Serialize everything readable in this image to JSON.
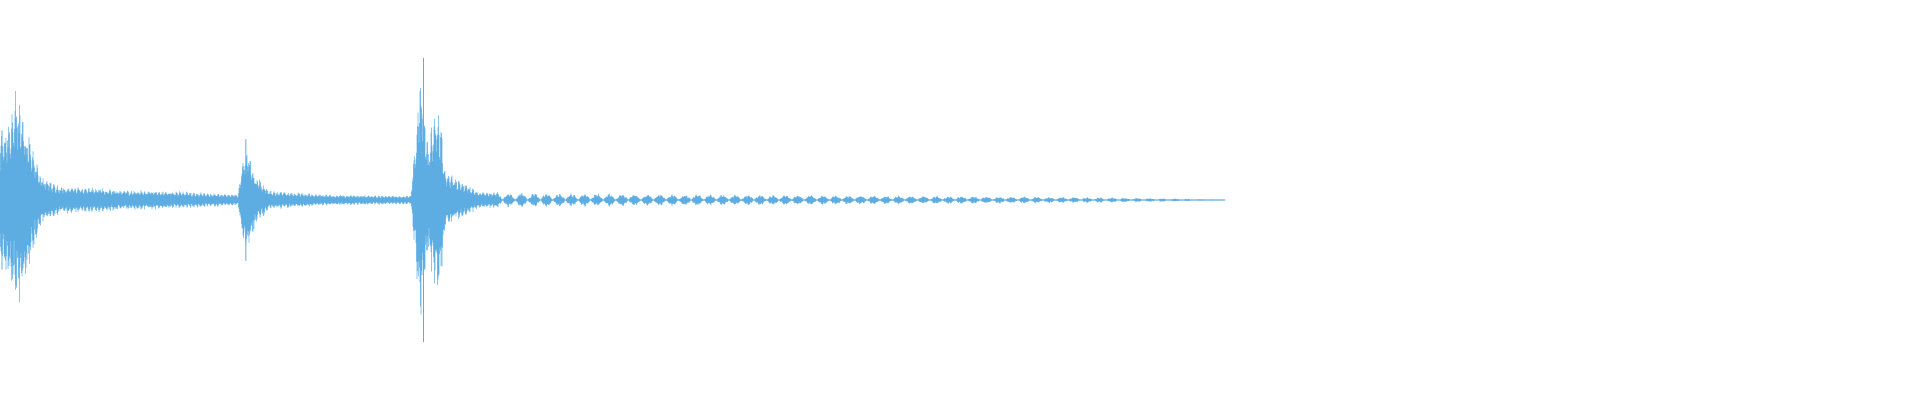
{
  "colors": {
    "background": "#ffffff",
    "waveform": "#5dade2"
  },
  "chart_data": {
    "type": "line",
    "title": "",
    "xlabel": "",
    "ylabel": "",
    "grid": false,
    "legend": "none",
    "xlim": [
      0,
      1
    ],
    "ylim": [
      -1,
      1
    ],
    "clip_end": 0.638,
    "envelope_keypoints": [
      {
        "x": 0.0,
        "amp": 0.48
      },
      {
        "x": 0.004,
        "amp": 0.62
      },
      {
        "x": 0.008,
        "amp": 0.79
      },
      {
        "x": 0.012,
        "amp": 0.7
      },
      {
        "x": 0.016,
        "amp": 0.48
      },
      {
        "x": 0.021,
        "amp": 0.19
      },
      {
        "x": 0.03,
        "amp": 0.11
      },
      {
        "x": 0.06,
        "amp": 0.08
      },
      {
        "x": 0.1,
        "amp": 0.06
      },
      {
        "x": 0.124,
        "amp": 0.04
      },
      {
        "x": 0.127,
        "amp": 0.37
      },
      {
        "x": 0.129,
        "amp": 0.42
      },
      {
        "x": 0.133,
        "amp": 0.2
      },
      {
        "x": 0.14,
        "amp": 0.07
      },
      {
        "x": 0.17,
        "amp": 0.04
      },
      {
        "x": 0.214,
        "amp": 0.03
      },
      {
        "x": 0.219,
        "amp": 0.98
      },
      {
        "x": 0.223,
        "amp": 0.38
      },
      {
        "x": 0.226,
        "amp": 0.67
      },
      {
        "x": 0.229,
        "amp": 0.68
      },
      {
        "x": 0.232,
        "amp": 0.22
      },
      {
        "x": 0.237,
        "amp": 0.16
      },
      {
        "x": 0.243,
        "amp": 0.12
      },
      {
        "x": 0.25,
        "amp": 0.06
      },
      {
        "x": 0.3,
        "amp": 0.05
      },
      {
        "x": 0.4,
        "amp": 0.04
      },
      {
        "x": 0.5,
        "amp": 0.03
      },
      {
        "x": 0.58,
        "amp": 0.02
      },
      {
        "x": 0.638,
        "amp": 0.005
      }
    ],
    "transients": [
      {
        "x": 0.0,
        "peak": 0.48
      },
      {
        "x": 0.127,
        "peak": 0.42
      },
      {
        "x": 0.219,
        "peak": 0.98
      }
    ]
  }
}
